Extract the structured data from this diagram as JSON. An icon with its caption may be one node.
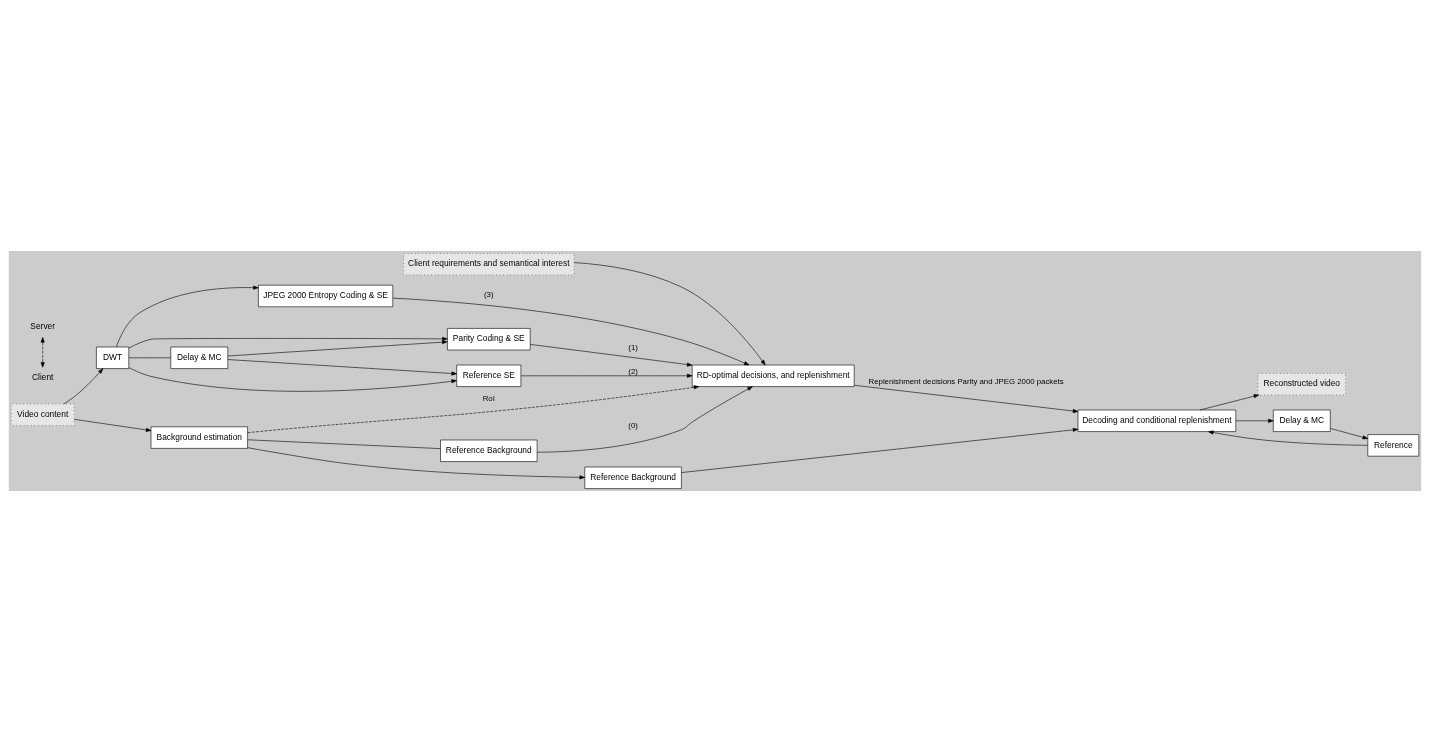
{
  "diagram": {
    "nodes": [
      {
        "text": [
          "Video content"
        ]
      },
      {
        "text": [
          "DWT"
        ]
      },
      {
        "text": [
          "Background estimation"
        ]
      },
      {
        "text": [
          "Reference Background"
        ]
      },
      {
        "text": [
          "Parity Coding & SE"
        ]
      },
      {
        "text": [
          "Delay & MC"
        ]
      },
      {
        "text": [
          "Reference SE"
        ]
      },
      {
        "text": [
          "JPEG 2000 Entropy Coding & SE"
        ]
      },
      {
        "text": [
          "RD-optimal decisions, and replenishment"
        ]
      },
      {
        "text": [
          "Reference Background"
        ]
      },
      {
        "text": [
          "Client requirements and semantical interest"
        ]
      },
      {
        "text": [
          "Decoding and conditional replenishment"
        ]
      },
      {
        "text": [
          "Reconstructed video"
        ]
      },
      {
        "text": [
          "Reference"
        ]
      },
      {
        "text": [
          "Delay & MC"
        ]
      },
      {
        "text": [
          "Server"
        ]
      },
      {
        "text": [
          "Client"
        ]
      }
    ],
    "edges": [
      {
        "from": 0,
        "to": 2,
        "arrow": "to"
      },
      {
        "from": 0,
        "to": 1,
        "arrow": "to"
      },
      {
        "from": 1,
        "to": 4,
        "arrow": "to"
      },
      {
        "from": 1,
        "to": 5,
        "arrow": "none"
      },
      {
        "from": 5,
        "to": 4,
        "arrow": "to"
      },
      {
        "from": 5,
        "to": 6,
        "arrow": "to"
      },
      {
        "from": 1,
        "to": 6,
        "arrow": "to"
      },
      {
        "from": 1,
        "to": 7,
        "arrow": "to"
      },
      {
        "from": 2,
        "to": 3,
        "arrow": "none"
      },
      {
        "from": 2,
        "to": 9,
        "arrow": "to"
      },
      {
        "from": 2,
        "to": 8,
        "arrow": "to",
        "label": "RoI",
        "style": "dashed"
      },
      {
        "from": 3,
        "to": 8,
        "arrow": "to",
        "label": "(0)"
      },
      {
        "from": 4,
        "to": 8,
        "arrow": "to",
        "label": "(1)"
      },
      {
        "from": 6,
        "to": 8,
        "arrow": "to",
        "label": "(2)"
      },
      {
        "from": 7,
        "to": 8,
        "arrow": "to",
        "label": "(3)"
      },
      {
        "from": 10,
        "to": 8,
        "arrow": "to"
      },
      {
        "from": 8,
        "to": 11,
        "arrow": "to",
        "label": "Replenishment decisions Parity and JPEG 2000 packets"
      },
      {
        "from": 9,
        "to": 11,
        "arrow": "to"
      },
      {
        "from": 11,
        "to": 12,
        "arrow": "to"
      },
      {
        "from": 11,
        "to": 14,
        "arrow": "to"
      },
      {
        "from": 14,
        "to": 13,
        "arrow": "to"
      },
      {
        "from": 13,
        "to": 11,
        "arrow": "to"
      },
      {
        "from": 15,
        "to": 16,
        "arrow": "both",
        "style": "dashed"
      }
    ]
  }
}
